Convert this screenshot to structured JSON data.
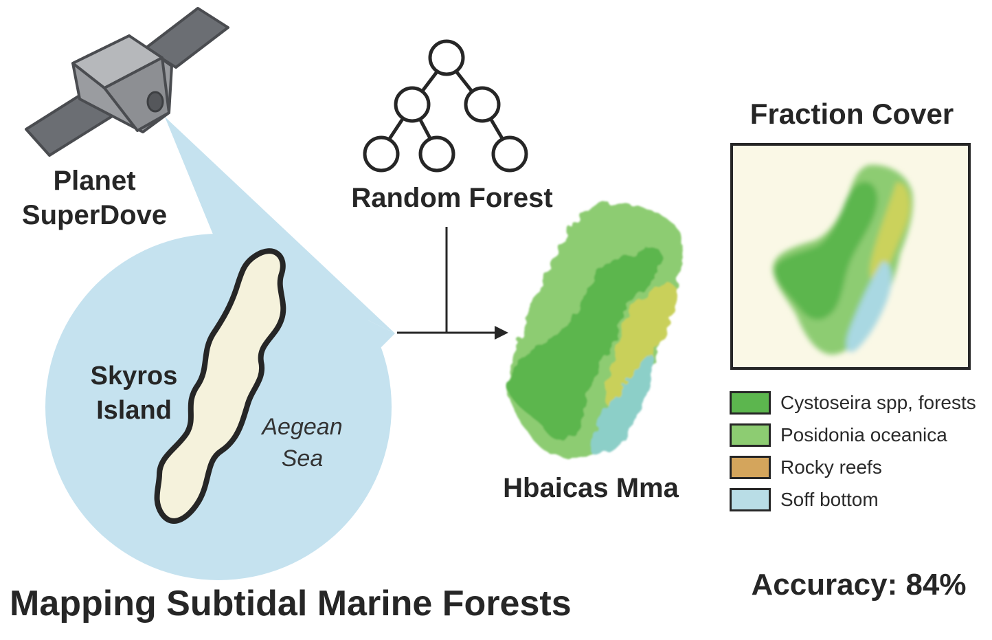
{
  "satellite": {
    "label_line1": "Planet",
    "label_line2": "SuperDove"
  },
  "island": {
    "label_line1": "Skyros",
    "label_line2": "Island",
    "sea_line1": "Aegean",
    "sea_line2": "Sea"
  },
  "model": {
    "label": "Random Forest"
  },
  "habitat_map": {
    "label": "Hbaicas Mma"
  },
  "fraction_cover": {
    "title": "Fraction Cover"
  },
  "legend": {
    "items": [
      {
        "label": "Cystoseira spp, forests",
        "color": "#5cb64e"
      },
      {
        "label": "Posidonia oceanica",
        "color": "#8dcc72"
      },
      {
        "label": "Rocky reefs",
        "color": "#d4a55c"
      },
      {
        "label": "Soff bottom",
        "color": "#b9dde6"
      }
    ]
  },
  "accuracy": {
    "text": "Accuracy: 84%"
  },
  "title": "Mapping Subtidal Marine Forests",
  "colors": {
    "cystoseira": "#5cb64e",
    "posidonia": "#8dcc72",
    "rocky_reefs": "#d4a55c",
    "soft_bottom": "#b9dde6",
    "sea_bubble": "#c5e2ef",
    "island_fill": "#f5f2dc",
    "panel_bg": "#faf8e6"
  }
}
